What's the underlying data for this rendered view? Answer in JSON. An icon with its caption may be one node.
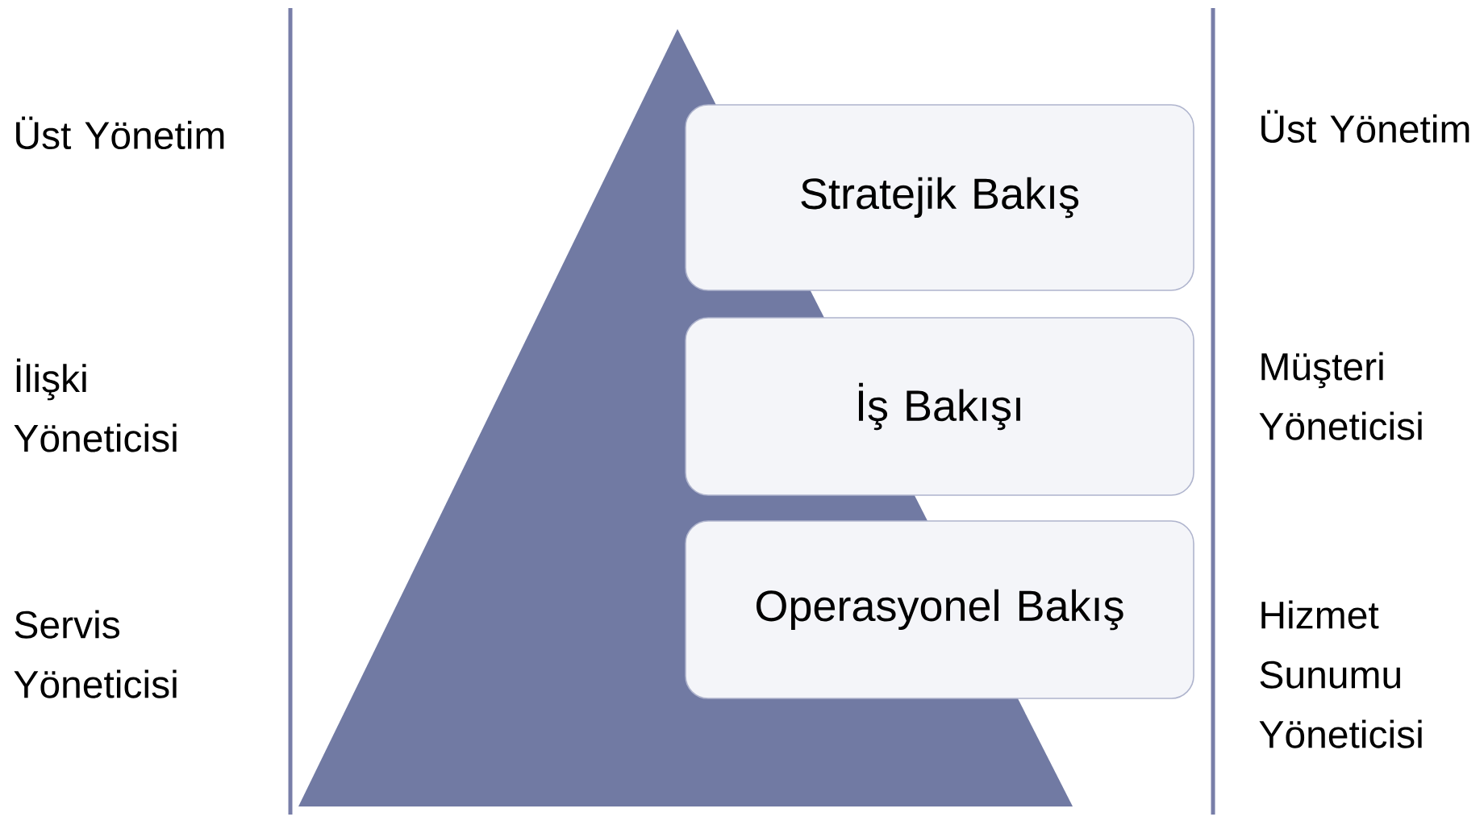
{
  "diagram": {
    "nodes": [
      {
        "text": [
          "Stratejik Bakış"
        ]
      },
      {
        "text": [
          "İş Bakışı"
        ]
      },
      {
        "text": [
          "Operasyonel Bakış"
        ]
      }
    ],
    "labels": [
      "Üst Yönetim",
      "Üst Yönetim",
      "İlişki Yöneticisi",
      "Müşteri Yöneticisi",
      "Servis Yöneticisi",
      "Hizmet Sunumu Yöneticisi"
    ]
  }
}
